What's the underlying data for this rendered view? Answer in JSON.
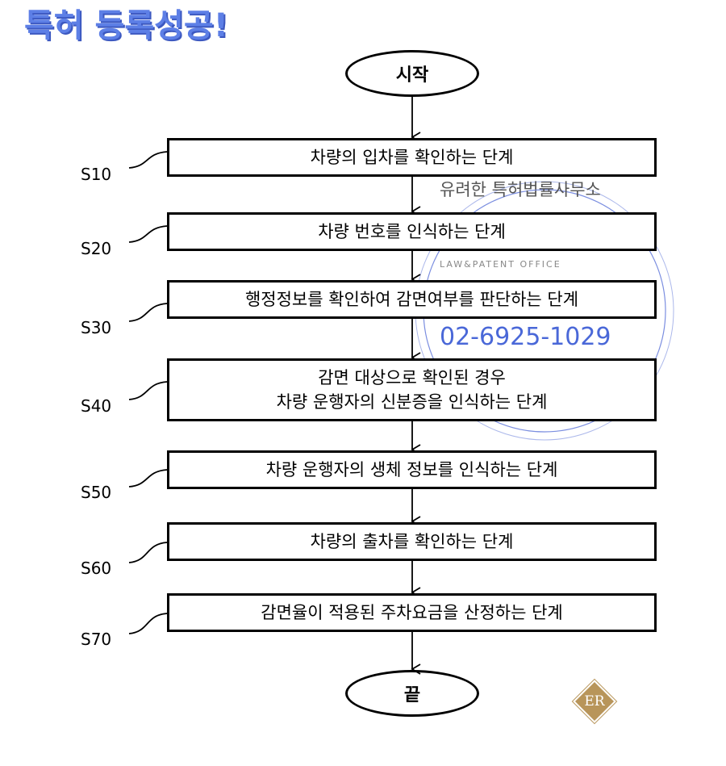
{
  "start": "시작",
  "end": "끝",
  "steps": [
    {
      "id": "S10",
      "lines": [
        "차량의 입차를 확인하는 단계"
      ]
    },
    {
      "id": "S20",
      "lines": [
        "차량 번호를 인식하는 단계"
      ]
    },
    {
      "id": "S30",
      "lines": [
        "행정정보를 확인하여 감면여부를 판단하는 단계"
      ]
    },
    {
      "id": "S40",
      "lines": [
        "감면 대상으로 확인된 경우",
        "차량 운행자의 신분증을 인식하는 단계"
      ]
    },
    {
      "id": "S50",
      "lines": [
        "차량 운행자의 생체 정보를 인식하는 단계"
      ]
    },
    {
      "id": "S60",
      "lines": [
        "차량의 출차를 확인하는 단계"
      ]
    },
    {
      "id": "S70",
      "lines": [
        "감면율이 적용된 주차요금을 산정하는 단계"
      ]
    }
  ],
  "watermark": {
    "headline": "특허 등록성공!",
    "phone": "02-6925-1029",
    "firm": "유려한 특허법률사무소",
    "firm_en": "LAW&PATENT OFFICE",
    "logo": "ER"
  }
}
